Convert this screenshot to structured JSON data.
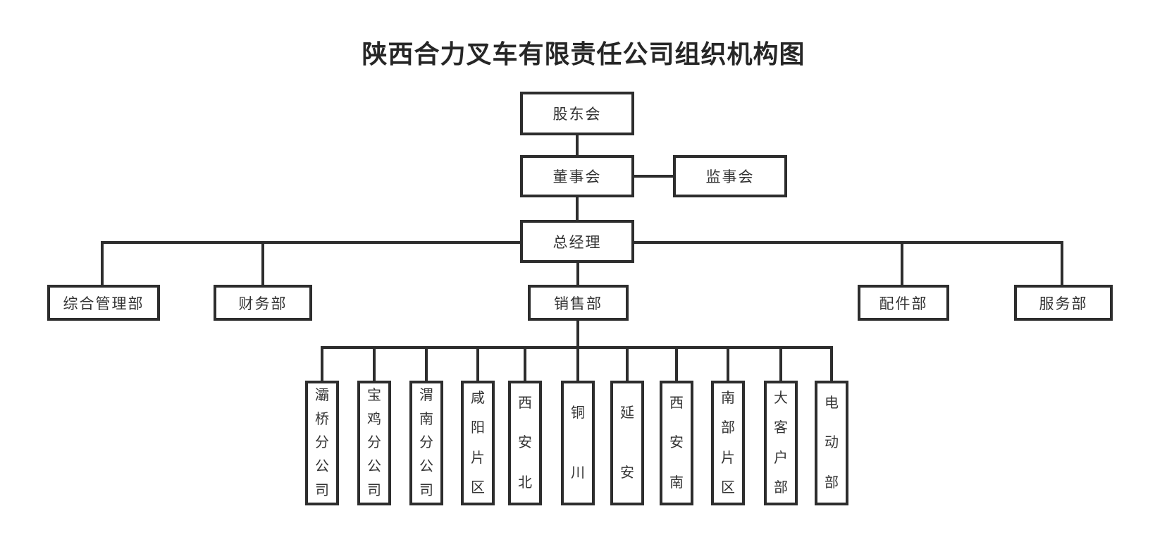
{
  "title": "陕西合力叉车有限责任公司组织机构图",
  "tree": {
    "shareholders": {
      "label": "股东会"
    },
    "board": {
      "label": "董事会"
    },
    "supervisory_board": {
      "label": "监事会"
    },
    "general_manager": {
      "label": "总经理"
    },
    "departments": [
      {
        "label": "综合管理部"
      },
      {
        "label": "财务部"
      },
      {
        "label": "销售部"
      },
      {
        "label": "配件部"
      },
      {
        "label": "服务部"
      }
    ],
    "sales_units": [
      {
        "label": "灞桥分公司"
      },
      {
        "label": "宝鸡分公司"
      },
      {
        "label": "渭南分公司"
      },
      {
        "label": "咸阳片区"
      },
      {
        "label": "西安北"
      },
      {
        "label": "铜川"
      },
      {
        "label": "延安"
      },
      {
        "label": "西安南"
      },
      {
        "label": "南部片区"
      },
      {
        "label": "大客户部"
      },
      {
        "label": "电动部"
      }
    ]
  },
  "colors": {
    "line": "#2d2d2d",
    "box_border": "#2d2d2d",
    "text": "#333333",
    "title_text": "#262626",
    "background": "#ffffff"
  }
}
